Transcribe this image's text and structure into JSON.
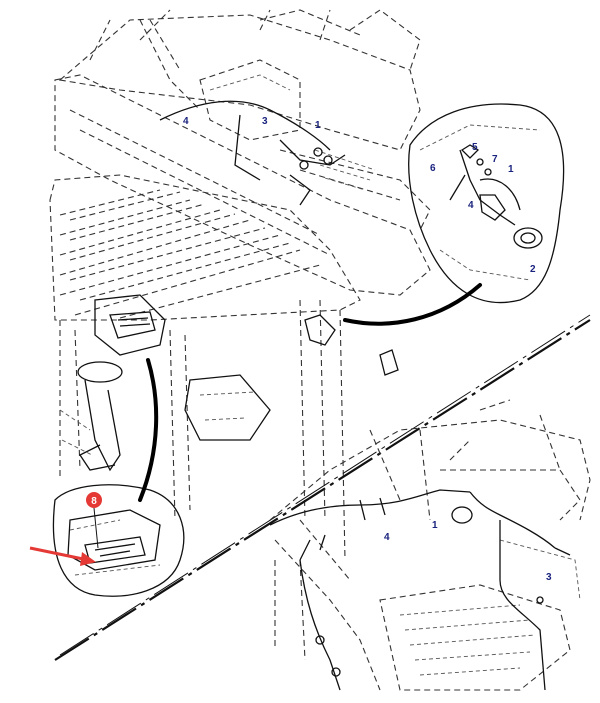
{
  "colors": {
    "callout": "#1a237e",
    "badge": "#e53935",
    "arrow": "#e53935",
    "line": "#111111"
  },
  "callouts": {
    "main_1": "1",
    "main_3": "3",
    "main_4": "4",
    "detail_a_1": "1",
    "detail_a_2": "2",
    "detail_a_4": "4",
    "detail_a_5": "5",
    "detail_a_6": "6",
    "detail_a_7": "7",
    "detail_b_1": "1",
    "detail_b_3": "3",
    "detail_b_4": "4"
  },
  "highlight": {
    "badge": "8",
    "icon": "red-arrow-icon"
  }
}
